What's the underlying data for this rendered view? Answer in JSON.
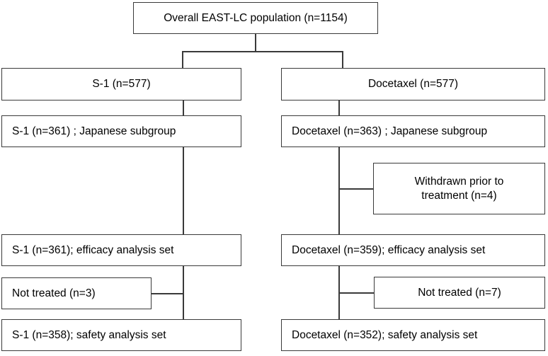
{
  "diagram": {
    "title": "Overall EAST-LC population CONSORT flow diagram",
    "colors": {
      "line": "#3a3a3a",
      "box_border": "#3a3a3a",
      "background": "#ffffff",
      "text": "#000000"
    },
    "nodes": {
      "overall": "Overall EAST-LC population (n=1154)",
      "s1_randomized": "S-1 (n=577)",
      "docetaxel_randomized": "Docetaxel (n=577)",
      "s1_japanese": "S-1 (n=361) ; Japanese subgroup",
      "docetaxel_japanese": "Docetaxel (n=363) ; Japanese subgroup",
      "withdrawn_line1": "Withdrawn prior to",
      "withdrawn_line2": "treatment (n=4)",
      "s1_efficacy": "S-1 (n=361); efficacy analysis set",
      "docetaxel_efficacy": "Docetaxel (n=359); efficacy analysis set",
      "s1_not_treated": "Not treated (n=3)",
      "docetaxel_not_treated": "Not treated (n=7)",
      "s1_safety": "S-1 (n=358); safety analysis set",
      "docetaxel_safety": "Docetaxel (n=352); safety analysis set"
    }
  }
}
